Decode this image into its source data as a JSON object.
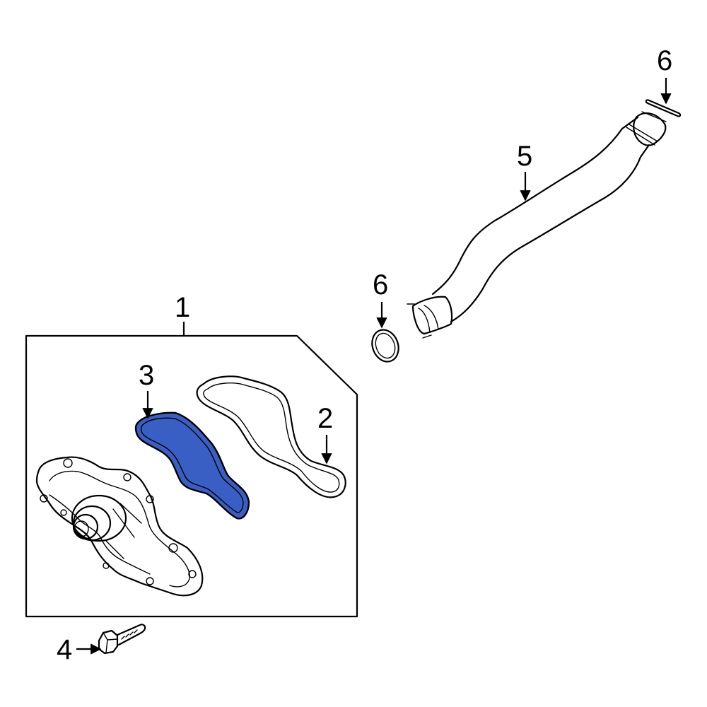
{
  "callouts": {
    "c1": "1",
    "c2": "2",
    "c3": "3",
    "c4": "4",
    "c5": "5",
    "c6_top": "6",
    "c6_mid": "6"
  },
  "colors": {
    "highlight_part": "#3a5fc4",
    "line": "#000000",
    "background": "#ffffff"
  }
}
